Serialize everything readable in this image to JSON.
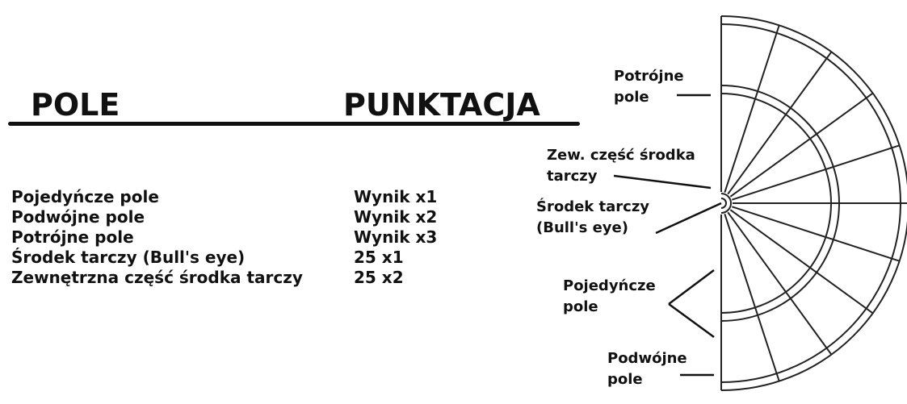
{
  "table": {
    "header_field": "POLE",
    "header_score": "PUNKTACJA",
    "rows": [
      {
        "name": "Pojedyńcze pole",
        "score": "Wynik x1"
      },
      {
        "name": "Podwójne pole",
        "score": "Wynik x2"
      },
      {
        "name": "Potrójne pole",
        "score": "Wynik x3"
      },
      {
        "name": "Środek tarczy (Bull's eye)",
        "score": "25 x1"
      },
      {
        "name": "Zewnętrzna część środka tarczy",
        "score": "25 x2"
      }
    ]
  },
  "diagram": {
    "labels": {
      "triple_line1": "Potrójne",
      "triple_line2": "pole",
      "outer_bull_line1": "Zew. część środka",
      "outer_bull_line2": "tarczy",
      "bull_line1": "Środek tarczy",
      "bull_line2": "(Bull's eye)",
      "single_line1": "Pojedyńcze",
      "single_line2": "pole",
      "double_line1": "Podwójne",
      "double_line2": "pole"
    }
  }
}
